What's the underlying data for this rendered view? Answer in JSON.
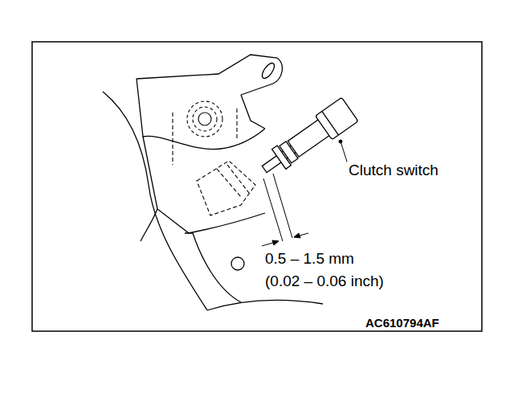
{
  "diagram": {
    "labels": [
      "Clutch switch",
      "0.5 – 1.5 mm",
      "(0.02 – 0.06 inch)",
      "AC610794AF"
    ]
  }
}
